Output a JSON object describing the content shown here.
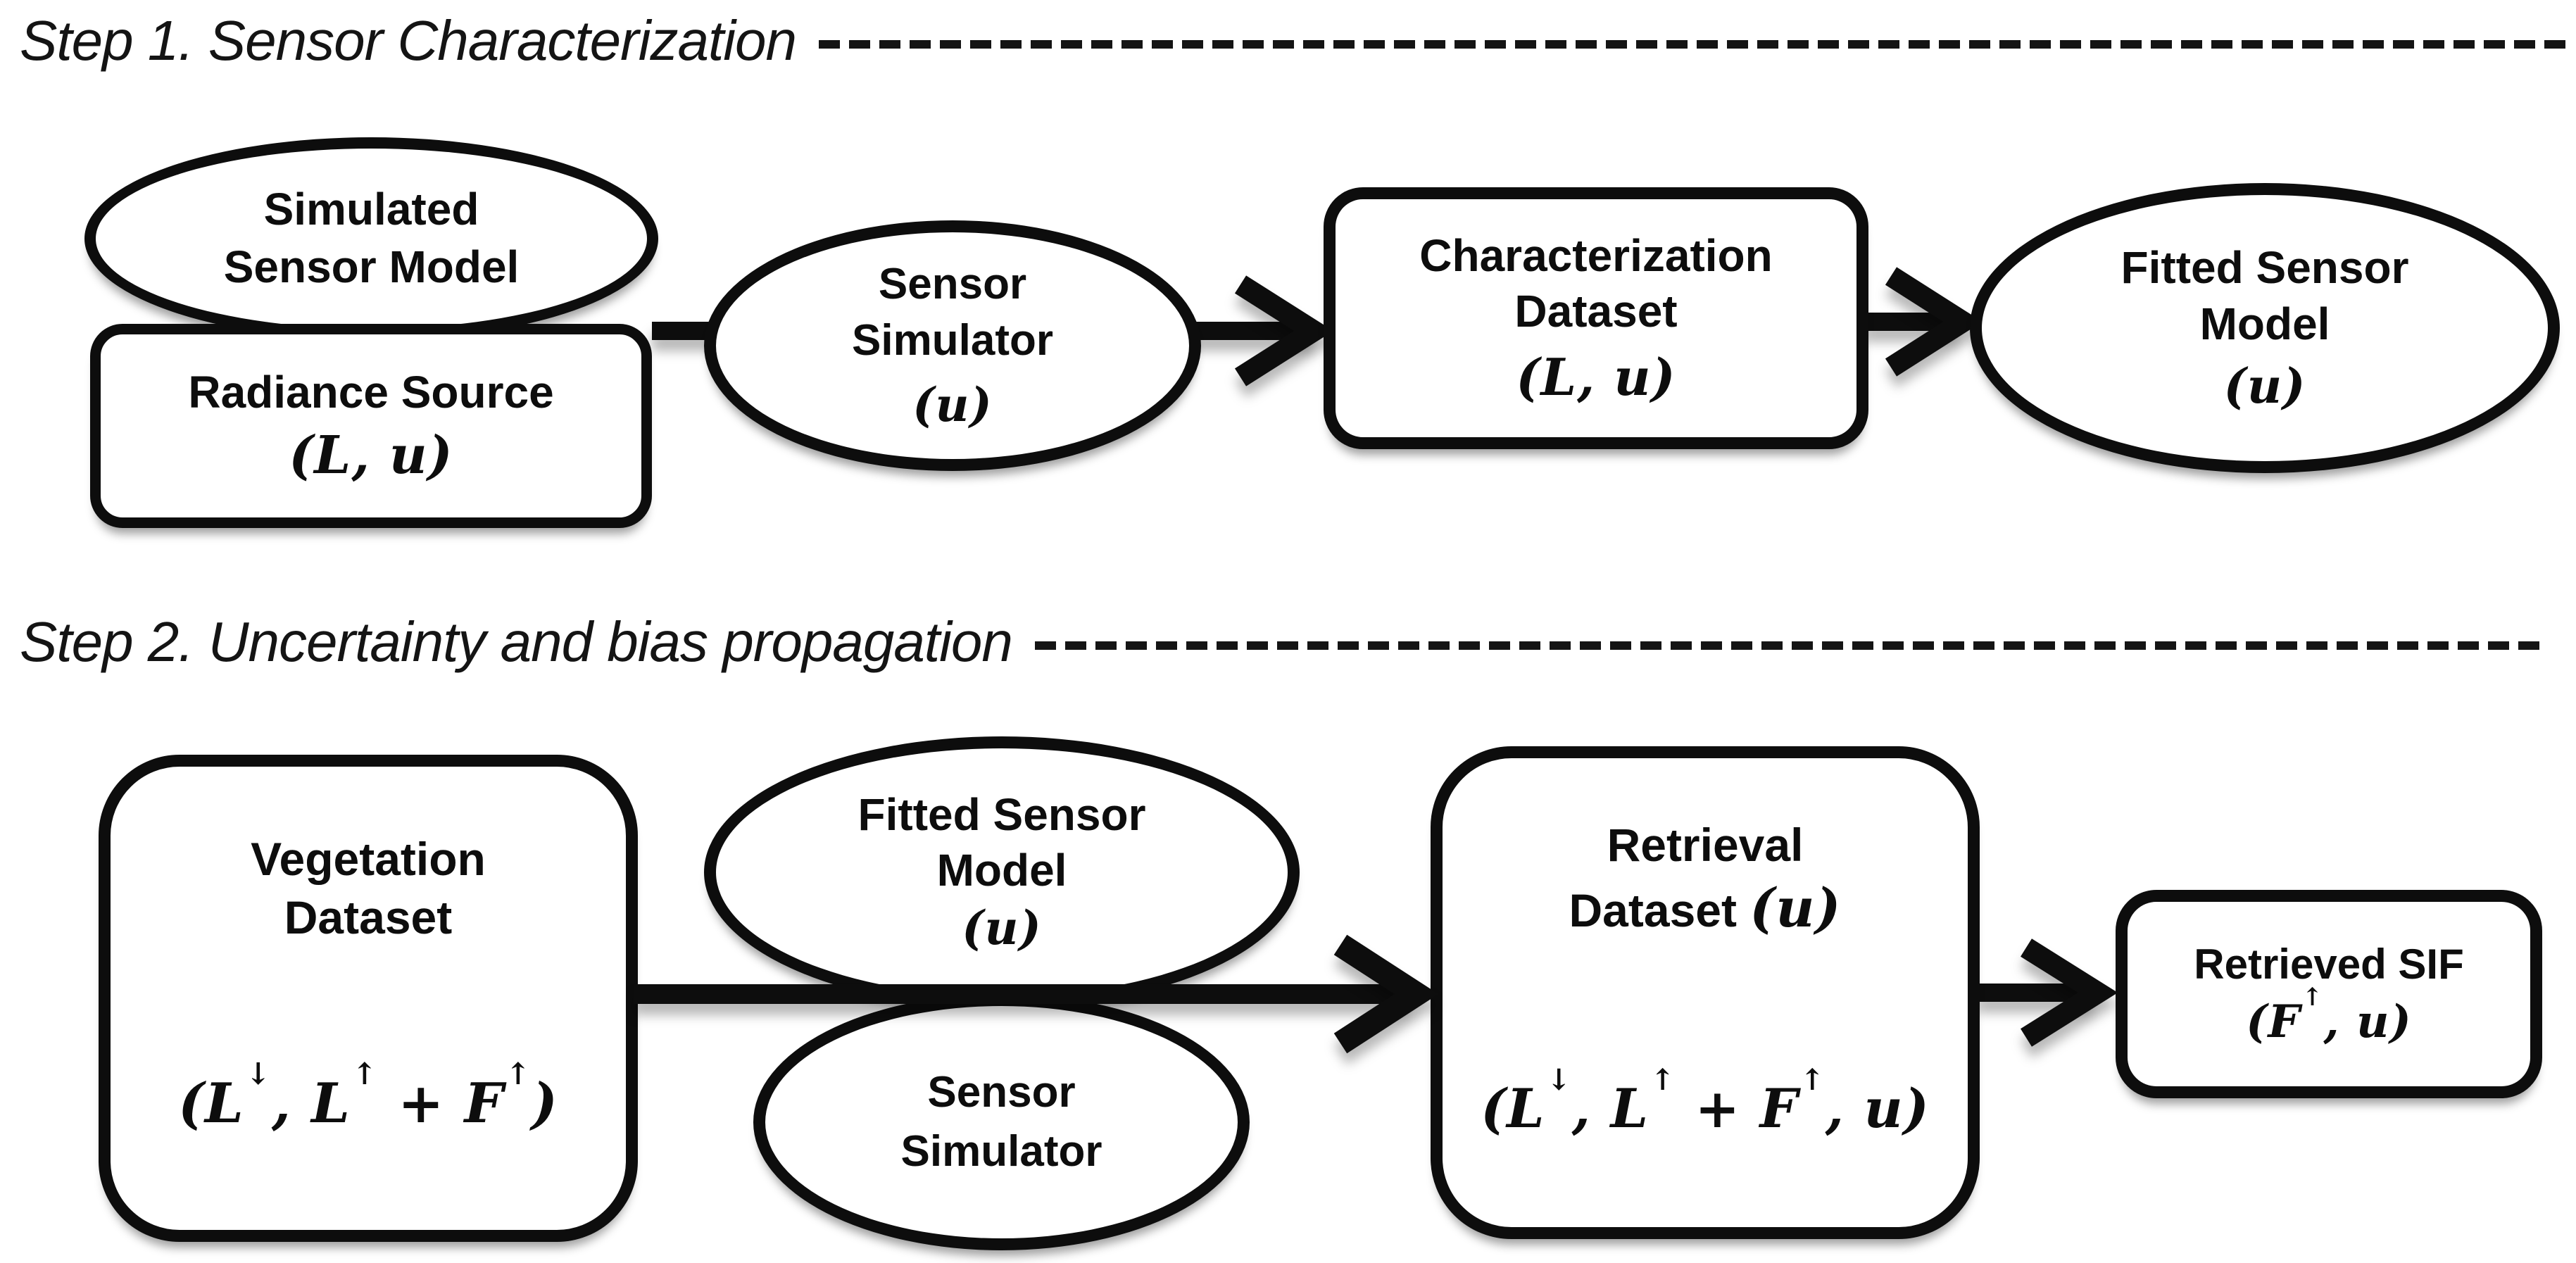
{
  "page": {
    "background": "#ffffff",
    "ink": "#0d0d0d"
  },
  "headers": {
    "step1": "Step 1. Sensor Characterization",
    "step2": "Step 2. Uncertainty and bias propagation"
  },
  "step1": {
    "simulated_sensor_model": {
      "line1": "Simulated",
      "line2": "Sensor Model"
    },
    "radiance_source": {
      "title": "Radiance Source",
      "math": "`(L, u)`"
    },
    "sensor_simulator": {
      "line1": "Sensor",
      "line2": "Simulator",
      "math": "`(u)`"
    },
    "characterization_dataset": {
      "line1": "Characterization",
      "line2": "Dataset",
      "math": "`(L, u)`"
    },
    "fitted_sensor_model": {
      "line1": "Fitted Sensor",
      "line2": "Model",
      "math": "`(u)`"
    }
  },
  "step2": {
    "vegetation_dataset": {
      "line1": "Vegetation",
      "line2": "Dataset",
      "math": "`(L^↓, L^↑ + F^↑)`"
    },
    "fitted_sensor_model": {
      "line1": "Fitted Sensor",
      "line2": "Model",
      "math": "`(u)`"
    },
    "sensor_simulator": {
      "line1": "Sensor",
      "line2": "Simulator"
    },
    "retrieval_dataset": {
      "line1": "Retrieval",
      "line2": "Dataset `(u)`",
      "math": "`(L^↓, L^↑ + F^↑, u)`"
    },
    "retrieved_sif": {
      "title": "Retrieved SIF",
      "math": "`(F^↑, u)`"
    }
  }
}
